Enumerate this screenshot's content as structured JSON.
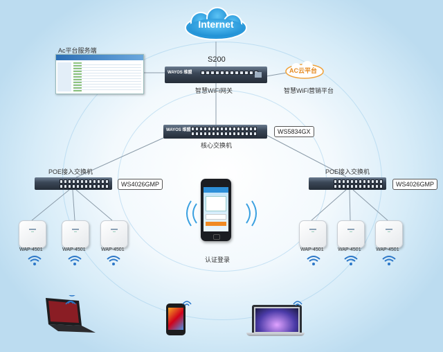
{
  "cloud": {
    "text": "Internet",
    "color": "#3da0e0"
  },
  "gateway": {
    "model": "S200",
    "caption": "智慧WiFi网关",
    "brand": "WAYOS 维盟"
  },
  "ac_platform": {
    "caption": "Ac平台服务端"
  },
  "ac_cloud": {
    "text": "AC云平台",
    "caption": "智慧WiFi营销平台",
    "color": "#f0a23a"
  },
  "core_switch": {
    "tag": "WS5834GX",
    "caption": "核心交换机",
    "brand": "WAYOS 维盟"
  },
  "poe_left": {
    "caption": "POE接入交换机",
    "tag": "WS4026GMP"
  },
  "poe_right": {
    "caption": "POE接入交换机",
    "tag": "WS4026GMP"
  },
  "access_points": [
    "WAP-4501",
    "WAP-4501",
    "WAP-4501",
    "WAP-4501",
    "WAP-4501",
    "WAP-4501"
  ],
  "phone": {
    "caption": "认证登录"
  },
  "clients": [
    "laptop-icon",
    "smartphone-icon",
    "macbook-icon"
  ],
  "colors": {
    "link": "#8a9aa8",
    "wifi": "#2b77c8",
    "accent": "#3aa0e0"
  }
}
